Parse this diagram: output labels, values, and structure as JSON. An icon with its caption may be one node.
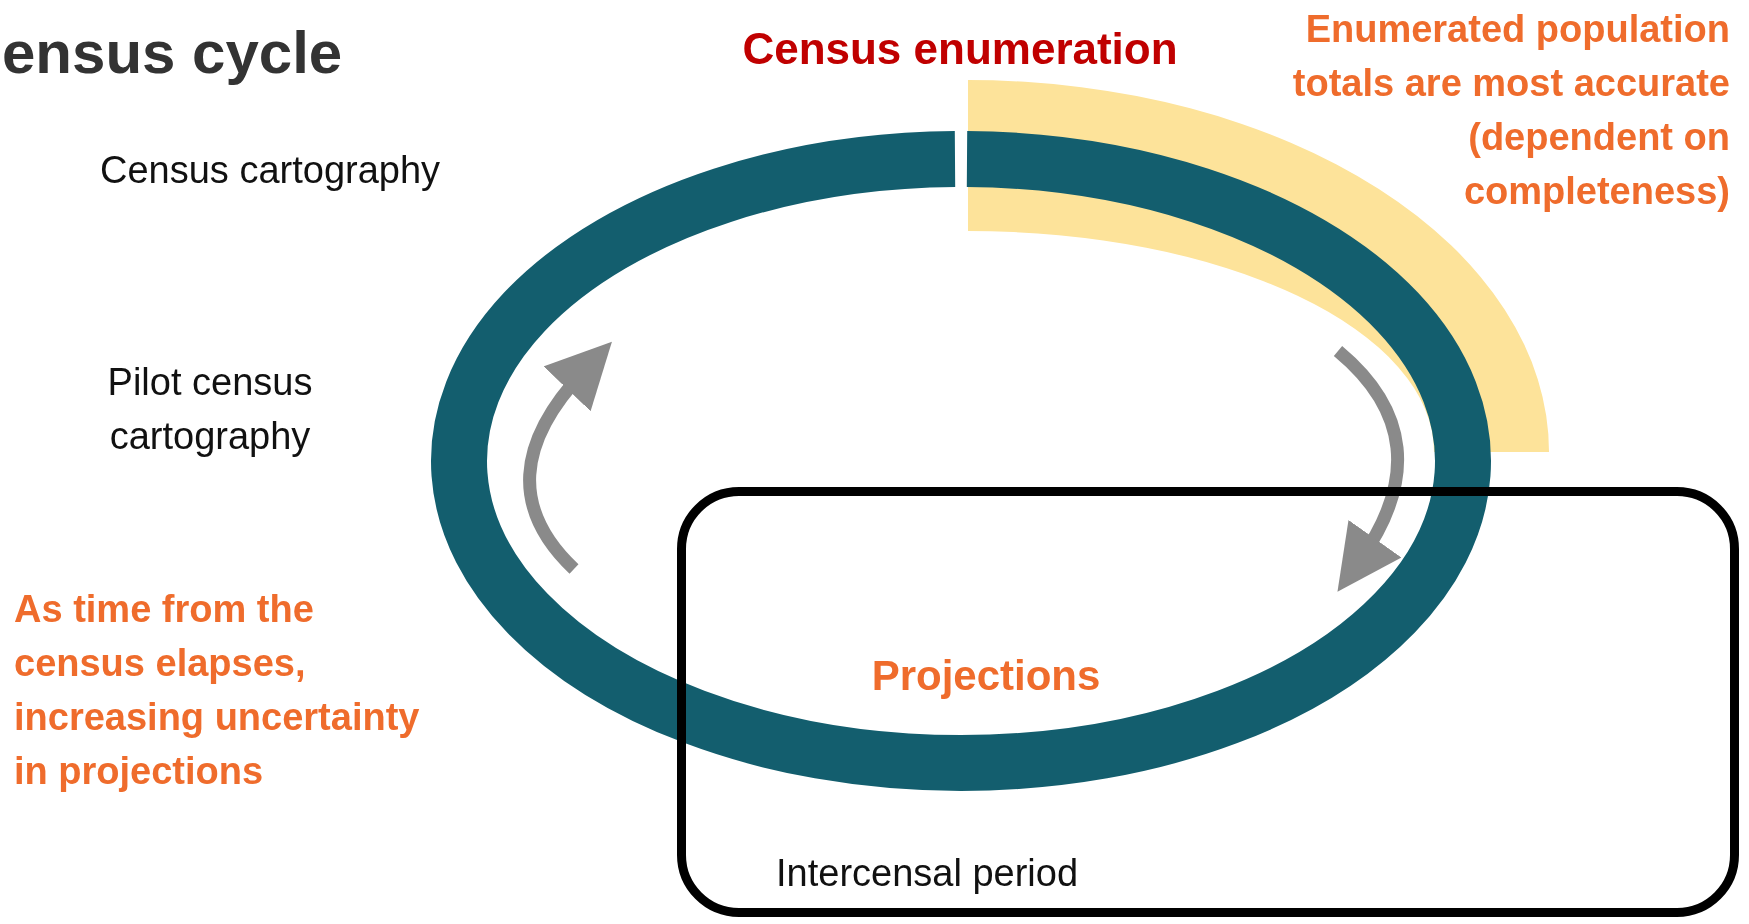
{
  "diagram": {
    "title": "ensus cycle",
    "nodes": [
      {
        "text": [
          "Intercensal period"
        ]
      },
      {
        "text": [
          "Projections"
        ],
        "in": 0
      }
    ],
    "edges": [],
    "labels": [
      "Census enumeration",
      "Enumerated population totals are most accurate (dependent on completeness)",
      "Census cartography",
      "Pilot census cartography",
      "As time from the census elapses, increasing uncertainty in projections"
    ]
  }
}
